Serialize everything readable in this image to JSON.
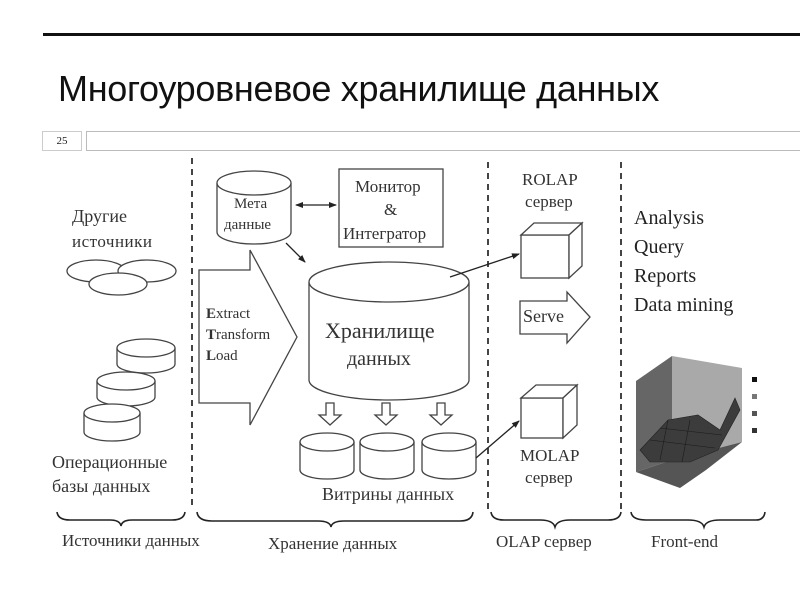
{
  "slide": {
    "title": "Многоуровневое хранилище данных",
    "page_number": "25"
  },
  "sources": {
    "other_label_1": "Другие",
    "other_label_2": "источники",
    "operational_label_1": "Операционные",
    "operational_label_2": "базы данных"
  },
  "storage": {
    "meta_label_1": "Мета",
    "meta_label_2": "данные",
    "monitor_label_1": "Монитор",
    "monitor_label_2": "&",
    "monitor_label_3": "Интегратор",
    "etl": [
      "Extract",
      "Transform",
      "Load"
    ],
    "warehouse_label_1": "Хранилище",
    "warehouse_label_2": "данных",
    "marts_label": "Витрины данных"
  },
  "olap": {
    "rolap_label_1": "ROLAP",
    "rolap_label_2": "сервер",
    "serve_label": "Serve",
    "molap_label_1": "MOLAP",
    "molap_label_2": "сервер"
  },
  "frontend": {
    "items": [
      "Analysis",
      "Query",
      "Reports",
      "Data mining"
    ]
  },
  "sections": [
    {
      "label": "Источники данных"
    },
    {
      "label": "Хранение данных"
    },
    {
      "label": "OLAP сервер"
    },
    {
      "label": "Front-end"
    }
  ]
}
